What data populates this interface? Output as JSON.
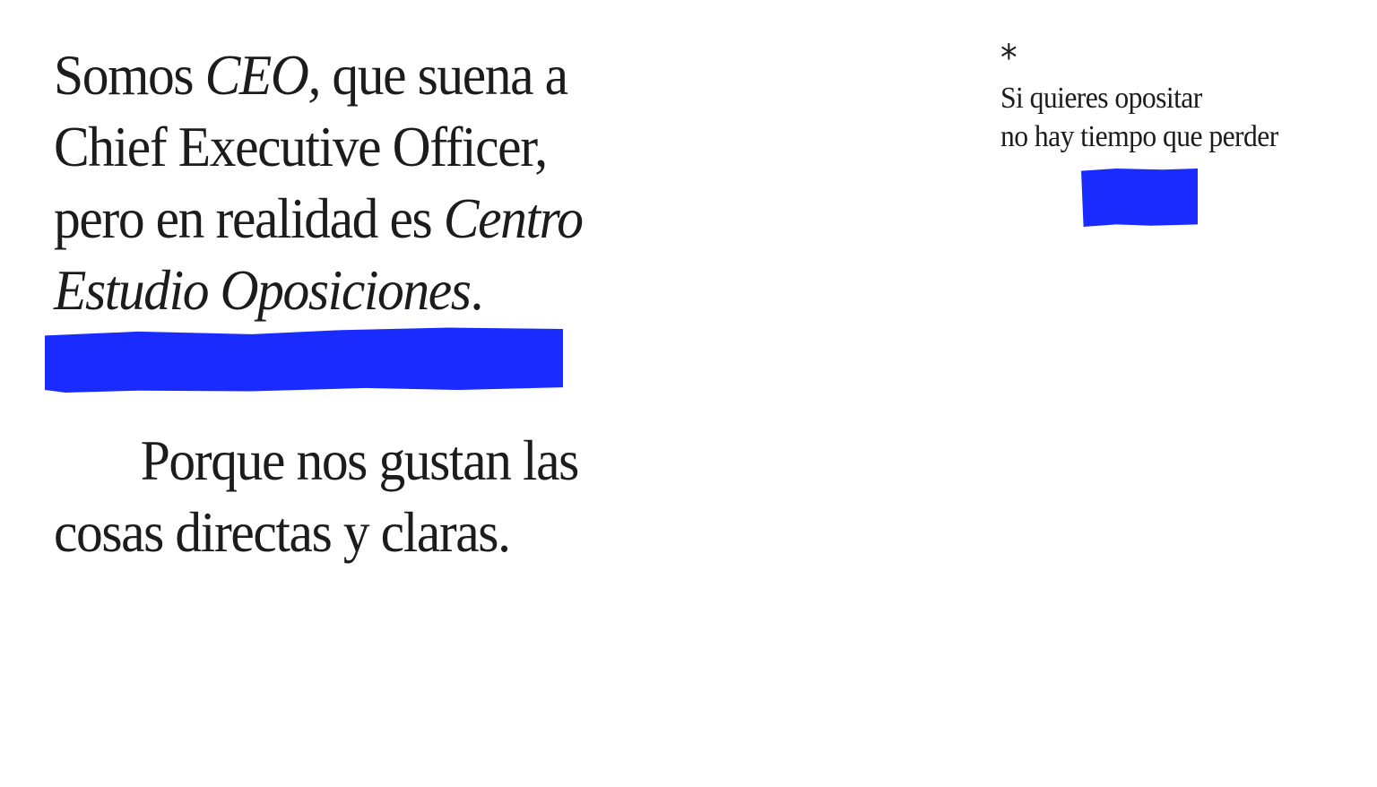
{
  "headline": {
    "line1_a": "Somos ",
    "line1_italic": "CEO,",
    "line1_b": " que suena a",
    "line2": "Chief Executive Officer,",
    "line3_a": "pero en realidad es ",
    "line3_italic": "Centro",
    "line4_italic": "Estudio Oposiciones",
    "line4_b": "."
  },
  "tagline": {
    "line1": "Porque nos gustan las",
    "line2": "cosas directas y claras."
  },
  "aside": {
    "asterisk": "*",
    "line1": "Si quieres opositar",
    "line2": "no hay tiempo que perder"
  },
  "colors": {
    "accent": "#1a2bff",
    "text": "#1c1c1c",
    "background": "#ffffff"
  }
}
